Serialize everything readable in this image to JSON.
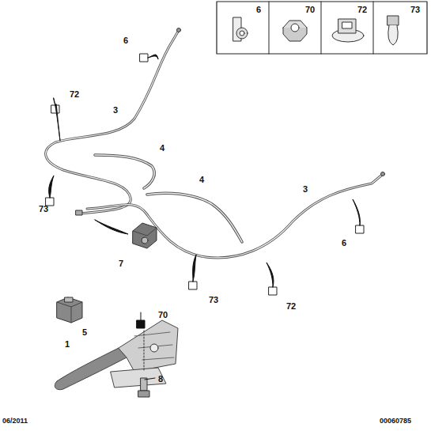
{
  "diagram": {
    "labels": [
      "6",
      "72",
      "3",
      "4",
      "4",
      "3",
      "73",
      "7",
      "6",
      "73",
      "72",
      "5",
      "70",
      "1",
      "8",
      "06/2011",
      "00060785"
    ],
    "legend": [
      {
        "text": "6"
      },
      {
        "text": "70"
      },
      {
        "text": "72"
      },
      {
        "text": "73"
      }
    ]
  }
}
